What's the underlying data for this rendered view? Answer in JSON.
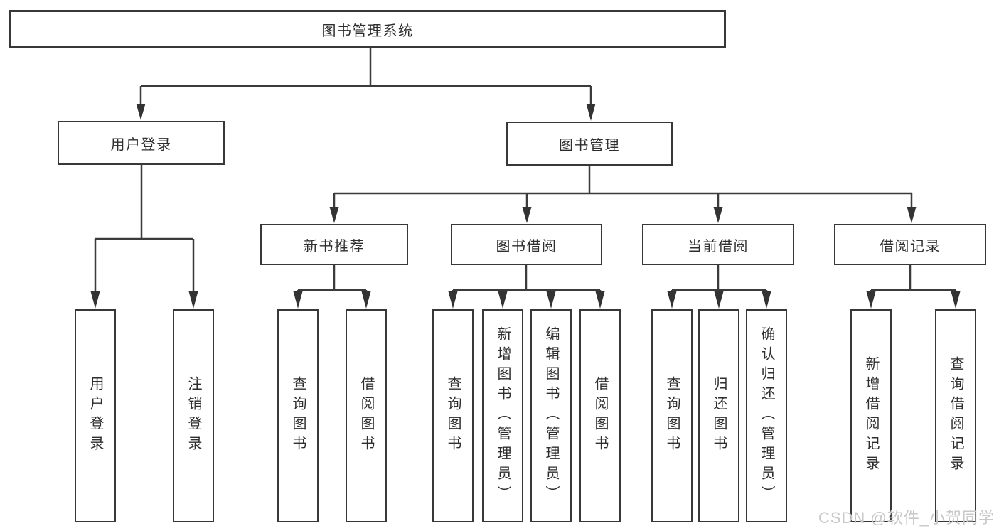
{
  "nodes": {
    "root": {
      "label": "图书管理系统"
    },
    "level2": [
      {
        "label": "用户登录"
      },
      {
        "label": "图书管理"
      }
    ],
    "level3": [
      {
        "label": "新书推荐",
        "parent": "图书管理"
      },
      {
        "label": "图书借阅",
        "parent": "图书管理"
      },
      {
        "label": "当前借阅",
        "parent": "图书管理"
      },
      {
        "label": "借阅记录",
        "parent": "图书管理"
      }
    ],
    "leaves": [
      {
        "label": "用户登录",
        "parent": "用户登录"
      },
      {
        "label": "注销登录",
        "parent": "用户登录"
      },
      {
        "label": "查询图书",
        "parent": "新书推荐"
      },
      {
        "label": "借阅图书",
        "parent": "新书推荐"
      },
      {
        "label": "查询图书",
        "parent": "图书借阅"
      },
      {
        "label": "新增图书（管理员）",
        "parent": "图书借阅"
      },
      {
        "label": "编辑图书（管理员）",
        "parent": "图书借阅"
      },
      {
        "label": "借阅图书",
        "parent": "图书借阅"
      },
      {
        "label": "查询图书",
        "parent": "当前借阅"
      },
      {
        "label": "归还图书",
        "parent": "当前借阅"
      },
      {
        "label": "确认归还（管理员）",
        "parent": "当前借阅"
      },
      {
        "label": "新增借阅记录",
        "parent": "借阅记录"
      },
      {
        "label": "查询借阅记录",
        "parent": "借阅记录"
      }
    ]
  },
  "watermark": "CSDN @软件_小贺同学",
  "colors": {
    "line": "#3b3b3b",
    "box_border": "#383838",
    "text": "#2e2e2e",
    "watermark": "#c8c8c8",
    "background": "#ffffff"
  }
}
